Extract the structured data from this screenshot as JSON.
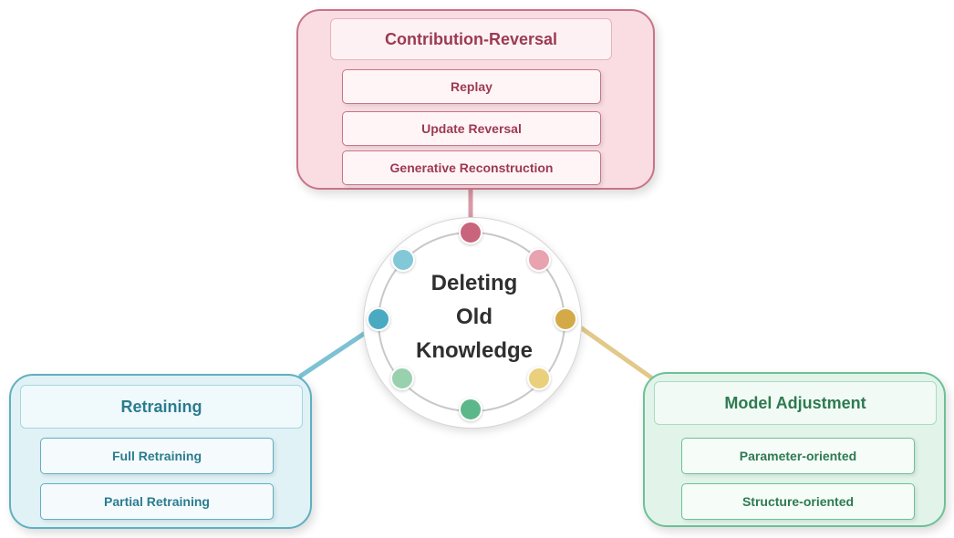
{
  "center": {
    "title_lines": [
      "Deleting",
      "Old",
      "Knowledge"
    ],
    "dot_colors": [
      "#c8647c",
      "#e8a2b0",
      "#d4aa48",
      "#ead07c",
      "#5cb88a",
      "#99d1ae",
      "#4aaac2",
      "#82c8d6"
    ]
  },
  "groups": {
    "top": {
      "title": "Contribution-Reversal",
      "items": [
        "Replay",
        "Update Reversal",
        "Generative Reconstruction"
      ],
      "color": "#c97488"
    },
    "left": {
      "title": "Retraining",
      "items": [
        "Full Retraining",
        "Partial Retraining"
      ],
      "color": "#5fb0c1"
    },
    "right": {
      "title": "Model Adjustment",
      "items": [
        "Parameter-oriented",
        "Structure-oriented"
      ],
      "color": "#6cc196"
    }
  },
  "connector_colors": {
    "top": "#d99aa8",
    "left": "#7cc2d2",
    "right": "#e2c98a"
  }
}
